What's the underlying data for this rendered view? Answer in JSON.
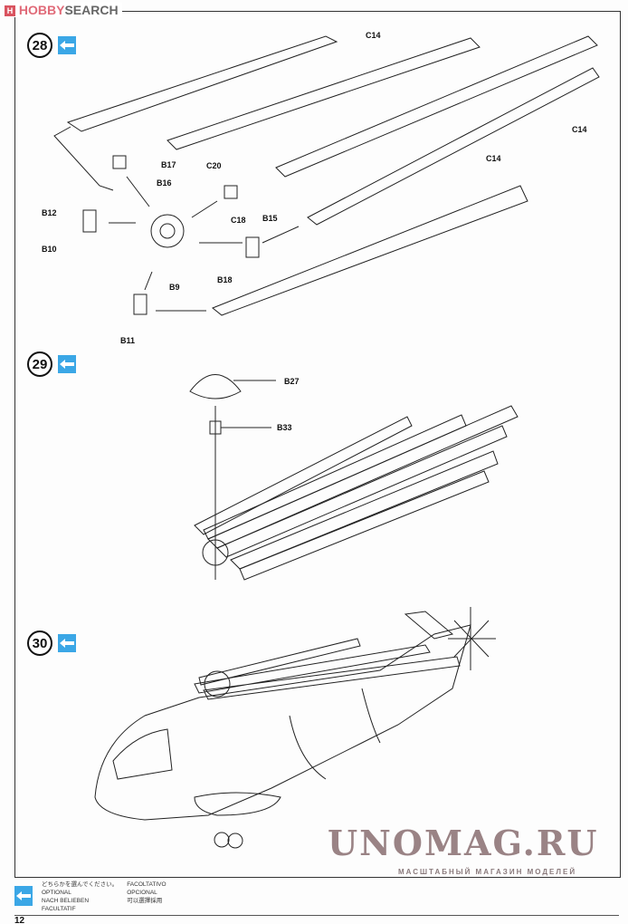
{
  "header": {
    "logo_mark": "H",
    "logo_hobby": "HOBBY",
    "logo_search": "SEARCH"
  },
  "steps": [
    {
      "number": "28",
      "icon": "optional-arrows-icon",
      "parts": [
        "C14",
        "C14",
        "C14",
        "B17",
        "B16",
        "C20",
        "C18",
        "B12",
        "B10",
        "B15",
        "B18",
        "B9",
        "B11"
      ]
    },
    {
      "number": "29",
      "icon": "optional-arrows-icon",
      "parts": [
        "B27",
        "B33"
      ]
    },
    {
      "number": "30",
      "icon": "optional-arrows-icon",
      "parts": []
    }
  ],
  "legend": {
    "icon": "optional-arrows-icon",
    "col1": [
      "どちらかを選んでください。",
      "OPTIONAL",
      "NACH BELIEBEN",
      "FACULTATIF"
    ],
    "col2": [
      "FACOLTATIVO",
      "OPCIONAL",
      "可以選擇採用"
    ]
  },
  "watermark": {
    "title": "UNOMAG.RU",
    "subtitle": "МАСШТАБНЫЙ МАГАЗИН МОДЕЛЕЙ"
  },
  "page_number": "12",
  "colors": {
    "optional_icon": "#3ba7e6",
    "logo_accent": "#e06a78",
    "watermark": "#9a8385"
  }
}
